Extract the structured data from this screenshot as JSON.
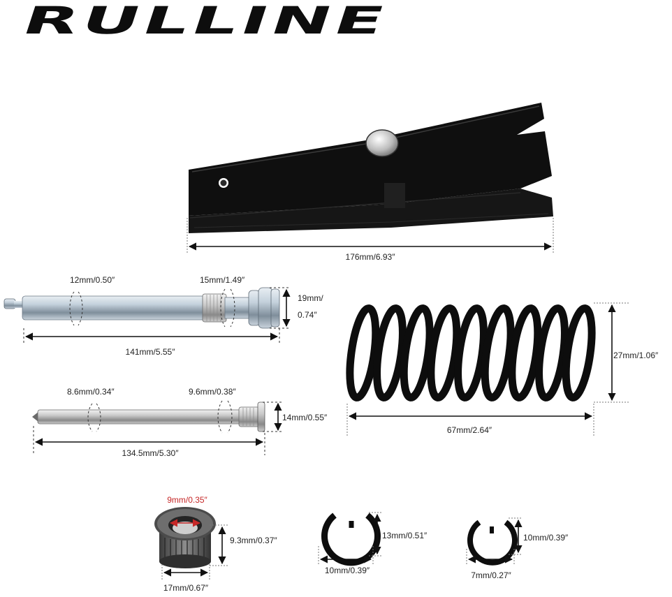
{
  "brand": {
    "logo_text": "RULLINE"
  },
  "parts": {
    "spreader_tool": {
      "length_label": "176mm/6.93″"
    },
    "hinge_pin_large": {
      "end_diameter_label": "12mm/0.50″",
      "knurl_diameter_label": "15mm/1.49″",
      "head_diameter_label_1": "19mm/",
      "head_diameter_label_2": "0.74″",
      "length_label": "141mm/5.55″"
    },
    "hinge_pin_small": {
      "end_diameter_label": "8.6mm/0.34″",
      "knurl_diameter_label": "9.6mm/0.38″",
      "head_diameter_label": "14mm/0.55″",
      "length_label": "134.5mm/5.30″"
    },
    "spring": {
      "diameter_label": "27mm/1.06″",
      "length_label": "67mm/2.64″"
    },
    "bushing": {
      "inner_diameter_label": "9mm/0.35″",
      "height_label": "9.3mm/0.37″",
      "outer_diameter_label": "17mm/0.67″"
    },
    "clip_large": {
      "height_label": "13mm/0.51″",
      "width_label": "10mm/0.39″"
    },
    "clip_small": {
      "height_label": "10mm/0.39″",
      "width_label": "7mm/0.27″"
    }
  },
  "colors": {
    "accent_red": "#c62828",
    "part_black": "#0d0d0d",
    "steel": "#b9c6d2"
  }
}
